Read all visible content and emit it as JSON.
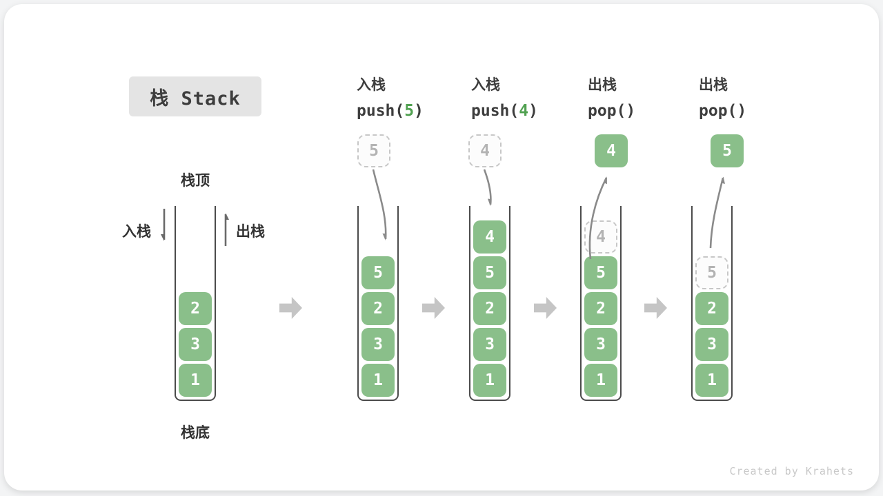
{
  "title": "栈 Stack",
  "watermark": "Created by Krahets",
  "side_labels": {
    "stack_top": "栈顶",
    "stack_bottom": "栈底",
    "push": "入栈",
    "pop": "出栈"
  },
  "initial_stack": [
    "2",
    "3",
    "1"
  ],
  "steps": [
    {
      "op": "入栈",
      "code_open": "push(",
      "code_arg": "5",
      "code_close": ")",
      "float_value": "5",
      "stack": [
        "5",
        "2",
        "3",
        "1"
      ]
    },
    {
      "op": "入栈",
      "code_open": "push(",
      "code_arg": "4",
      "code_close": ")",
      "float_value": "4",
      "stack": [
        "4",
        "5",
        "2",
        "3",
        "1"
      ]
    },
    {
      "op": "出栈",
      "code_open": "pop(",
      "code_arg": "",
      "code_close": ")",
      "float_value": "4",
      "stack": [
        "4",
        "5",
        "2",
        "3",
        "1"
      ]
    },
    {
      "op": "出栈",
      "code_open": "pop(",
      "code_arg": "",
      "code_close": ")",
      "float_value": "5",
      "stack": [
        "5",
        "2",
        "3",
        "1"
      ]
    }
  ],
  "colors": {
    "box_green": "#8abf8a",
    "code_arg_green": "#51a151",
    "tube_border": "#4b4b4b",
    "arrow_gray": "#8a8a8a",
    "arrow_dark": "#6a6a6a",
    "block_arrow": "#c5c5c5"
  }
}
